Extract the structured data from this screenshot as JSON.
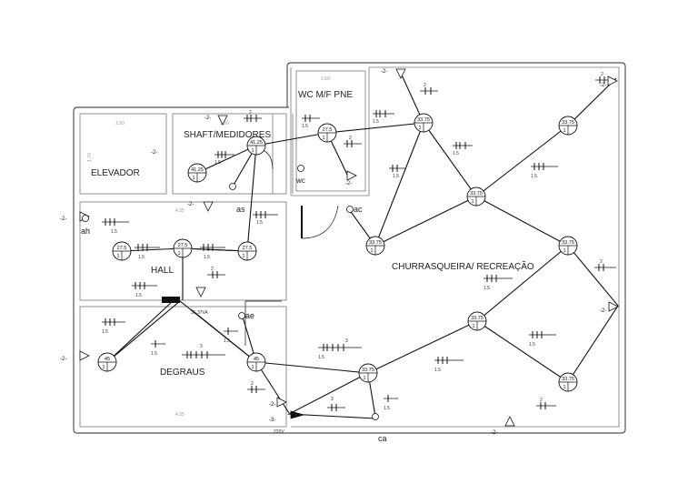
{
  "rooms": {
    "elevador": "ELEVADOR",
    "shaft": "SHAFT/MEDIDORES",
    "wc": "WC M/F PNE",
    "hall": "HALL",
    "degraus": "DEGRAUS",
    "churrasqueira": "CHURRASQUEIRA/ RECREAÇÃO"
  },
  "symbols": {
    "switch_wc": "wc",
    "switch_as": "as",
    "switch_ah": "ah",
    "switch_ae": "ae",
    "switch_ac": "ac",
    "outlet_ca": "ca",
    "panel_label": "36.37VA",
    "voltage": "220V"
  },
  "circuit_tag": "-2-",
  "circuit_tag_3": "-3-",
  "lamp_values": [
    "41.25",
    "41.25",
    "27.5",
    "27.5",
    "27.5",
    "27.5",
    "45",
    "45",
    "33.75",
    "33.75",
    "33.75",
    "33.75",
    "33.75",
    "33.75",
    "33.75",
    "33.75"
  ],
  "lamp_circuit": "1",
  "wire_gauge": "1.5",
  "wire_count": "2",
  "wire_count_3": "3",
  "dims": {
    "d150": "1.50",
    "d170": "1.70",
    "d435": "4.35"
  }
}
